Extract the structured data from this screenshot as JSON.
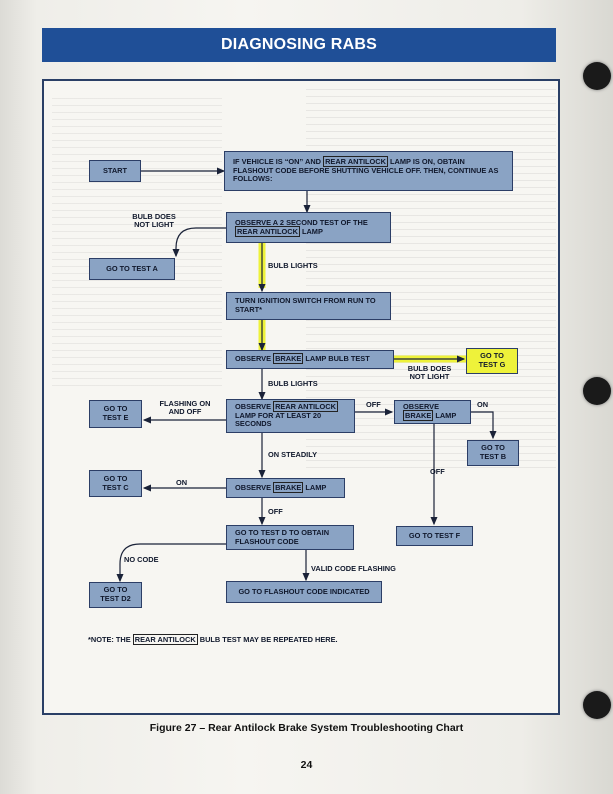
{
  "header": {
    "title": "DIAGNOSING RABS"
  },
  "nodes": {
    "start": "START",
    "intro": [
      "IF VEHICLE IS “ON” AND ",
      "REAR ANTILOCK",
      " LAMP IS ON, OBTAIN FLASHOUT CODE BEFORE SHUTTING VEHICLE OFF. THEN, CONTINUE AS FOLLOWS:"
    ],
    "observe_test": [
      "OBSERVE A 2 SECOND TEST OF THE ",
      "REAR ANTILOCK",
      " LAMP"
    ],
    "goto_a": "GO TO TEST A",
    "turn_ignition": "TURN IGNITION SWITCH FROM RUN TO START*",
    "observe_brake_bulb": [
      "OBSERVE ",
      "BRAKE",
      " LAMP BULB TEST"
    ],
    "goto_g": "GO TO TEST G",
    "goto_e": "GO TO TEST E",
    "observe_rear_20": [
      "OBSERVE ",
      "REAR ANTILOCK",
      " LAMP FOR AT LEAST 20 SECONDS"
    ],
    "observe_brake_right": [
      "OBSERVE ",
      "BRAKE",
      " LAMP"
    ],
    "goto_b": "GO TO TEST B",
    "goto_c": "GO TO TEST C",
    "observe_brake_mid": [
      "OBSERVE ",
      "BRAKE",
      " LAMP"
    ],
    "goto_f": "GO TO TEST F",
    "goto_d": "GO TO TEST D TO OBTAIN FLASHOUT CODE",
    "goto_d2": "GO TO TEST D2",
    "goto_flashout": "GO TO FLASHOUT CODE INDICATED"
  },
  "labels": {
    "bulb_not_light_1": "BULB DOES NOT LIGHT",
    "bulb_lights_1": "BULB LIGHTS",
    "bulb_not_light_2": "BULB DOES NOT LIGHT",
    "bulb_lights_2": "BULB LIGHTS",
    "flashing": "FLASHING ON AND OFF",
    "off_1": "OFF",
    "on_1": "ON",
    "on_steadily": "ON STEADILY",
    "off_2": "OFF",
    "on_2": "ON",
    "off_3": "OFF",
    "no_code": "NO CODE",
    "valid_code": "VALID CODE FLASHING"
  },
  "note": [
    "*NOTE: THE ",
    "REAR ANTILOCK",
    " BULB TEST MAY BE REPEATED HERE."
  ],
  "caption": "Figure 27 – Rear Antilock Brake System Troubleshooting Chart",
  "page_number": "24",
  "colors": {
    "header": "#1f4f97",
    "box": "#8aa3c4",
    "highlight": "#eef23a"
  }
}
